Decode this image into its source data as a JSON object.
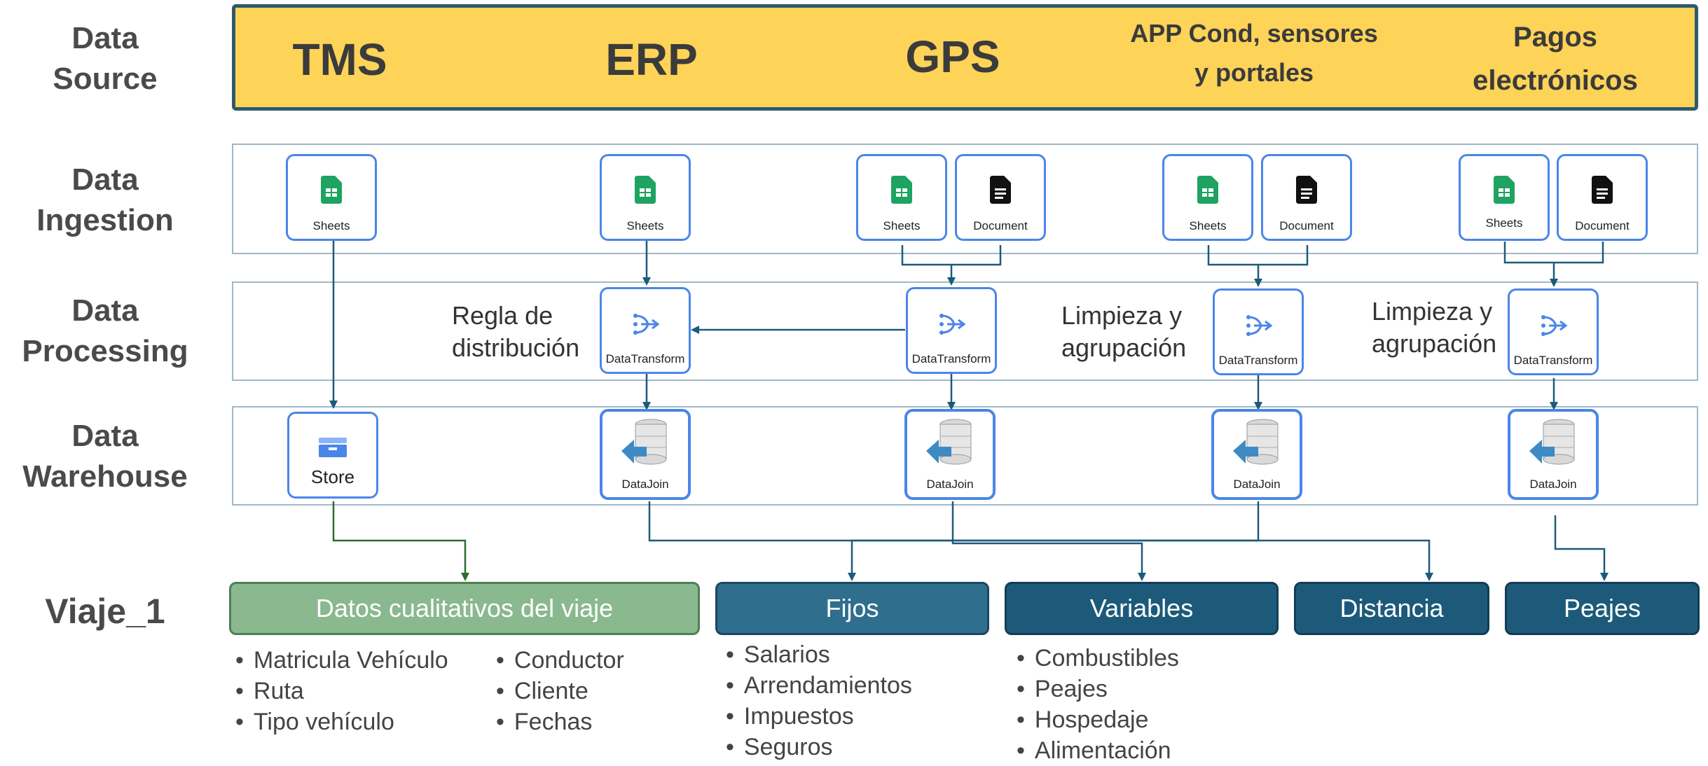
{
  "row_labels": {
    "source": [
      "Data",
      "Source"
    ],
    "ingestion": [
      "Data",
      "Ingestion"
    ],
    "processing": [
      "Data",
      "Processing"
    ],
    "warehouse": [
      "Data",
      "Warehouse"
    ],
    "viaje": "Viaje_1"
  },
  "sources": {
    "tms": "TMS",
    "erp": "ERP",
    "gps": "GPS",
    "app": [
      "APP Cond, sensores",
      "y portales"
    ],
    "pagos": [
      "Pagos",
      "electrónicos"
    ]
  },
  "ingestion": {
    "sheets_label": "Sheets",
    "document_label": "Document"
  },
  "processing": {
    "transform_label": "DataTransform",
    "note_regla": [
      "Regla de",
      "distribución"
    ],
    "note_limpieza_1": [
      "Limpieza y",
      "agrupación"
    ],
    "note_limpieza_2": [
      "Limpieza y",
      "agrupación"
    ]
  },
  "warehouse": {
    "store_label": "Store",
    "join_label": "DataJoin"
  },
  "categories": {
    "cualitativos": "Datos cualitativos del viaje",
    "fijos": "Fijos",
    "variables": "Variables",
    "distancia": "Distancia",
    "peajes": "Peajes"
  },
  "bullets": {
    "cualitativos_col1": [
      "Matricula Vehículo",
      "Ruta",
      "Tipo vehículo"
    ],
    "cualitativos_col2": [
      "Conductor",
      "Cliente",
      "Fechas"
    ],
    "fijos": [
      "Salarios",
      "Arrendamientos",
      "Impuestos",
      "Seguros"
    ],
    "variables": [
      "Combustibles",
      "Peajes",
      "Hospedaje",
      "Alimentación"
    ]
  },
  "colors": {
    "source_band": "#fdd358",
    "source_border": "#2d5a6e",
    "icon_border": "#4a86e8",
    "cat_green": "#8ab88f",
    "cat_teal": "#2f6e8c",
    "cat_dark": "#1d5a7a",
    "line_dark": "#1d5a7a",
    "line_green": "#2e6b2e"
  }
}
